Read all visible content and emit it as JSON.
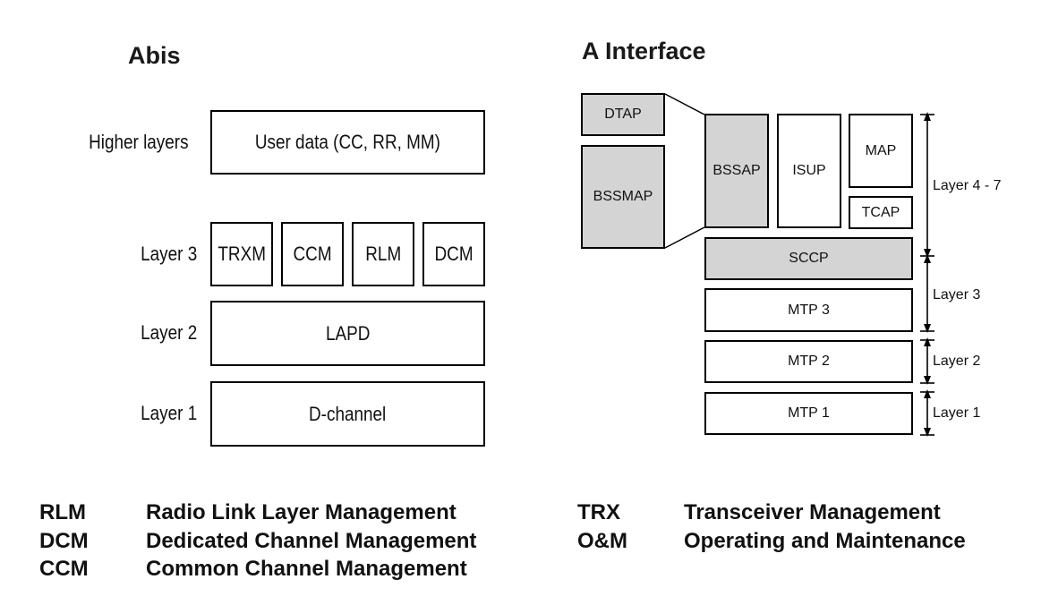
{
  "abis": {
    "title": "Abis",
    "labels": {
      "higher": "Higher layers",
      "layer3": "Layer 3",
      "layer2": "Layer 2",
      "layer1": "Layer 1"
    },
    "boxes": {
      "user_data": "User data (CC, RR, MM)",
      "trxm": "TRXM",
      "ccm": "CCM",
      "rlm": "RLM",
      "dcm": "DCM",
      "lapd": "LAPD",
      "dchannel": "D-channel"
    }
  },
  "a_interface": {
    "title": "A Interface",
    "boxes": {
      "dtap": "DTAP",
      "bssmap": "BSSMAP",
      "bssap": "BSSAP",
      "isup": "ISUP",
      "map": "MAP",
      "tcap": "TCAP",
      "sccp": "SCCP",
      "mtp3": "MTP 3",
      "mtp2": "MTP 2",
      "mtp1": "MTP 1"
    },
    "labels": {
      "layer47": "Layer 4 - 7",
      "layer3": "Layer 3",
      "layer2": "Layer 2",
      "layer1": "Layer 1"
    },
    "highlight_color": "#d4d4d4"
  },
  "legend": {
    "left": [
      {
        "abbr": "RLM",
        "desc": "Radio Link Layer Management"
      },
      {
        "abbr": "DCM",
        "desc": "Dedicated Channel Management"
      },
      {
        "abbr": "CCM",
        "desc": "Common Channel Management"
      }
    ],
    "right": [
      {
        "abbr": "TRX",
        "desc": "Transceiver Management"
      },
      {
        "abbr": "O&M",
        "desc": "Operating and Maintenance"
      }
    ]
  }
}
